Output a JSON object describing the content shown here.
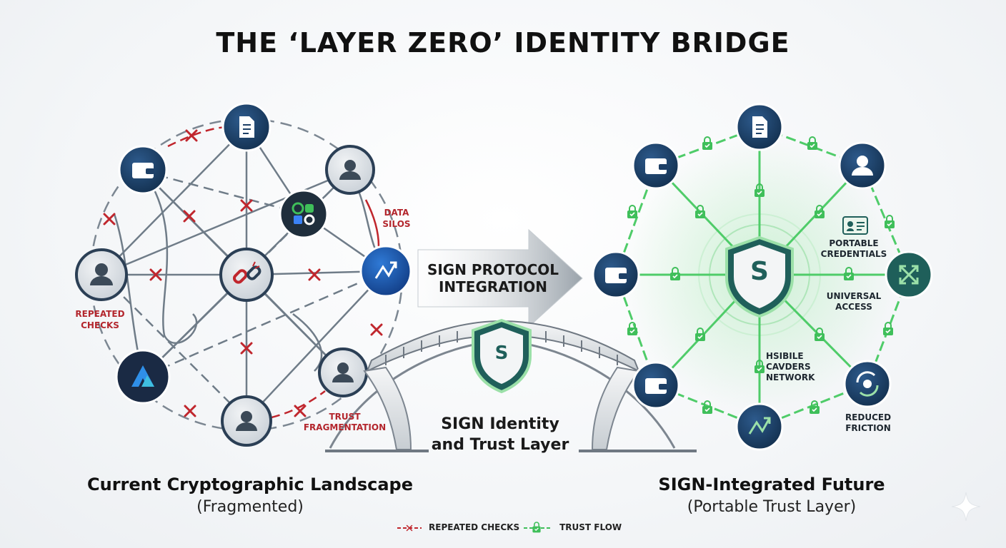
{
  "title": "THE ‘LAYER ZERO’ IDENTITY BRIDGE",
  "left": {
    "caption": "Current Cryptographic Landscape",
    "subcaption": "(Fragmented)",
    "labels": {
      "data_silos": [
        "DATA",
        "SILOS"
      ],
      "repeated_checks": [
        "REPEATED",
        "CHECKS"
      ],
      "trust_fragmentation": [
        "TRUST",
        "FRAGMENTATION"
      ]
    }
  },
  "arrow": {
    "line1": "SIGN PROTOCOL",
    "line2": "INTEGRATION"
  },
  "bridge": {
    "shield_letter": "S",
    "line1": "SIGN Identity",
    "line2": "and Trust Layer"
  },
  "right": {
    "caption": "SIGN-Integrated Future",
    "subcaption": "(Portable Trust Layer)",
    "hub_letter": "S",
    "labels": {
      "portable_credentials": [
        "PORTABLE",
        "CREDENTIALS"
      ],
      "universal_access": [
        "UNIVERSAL",
        "ACCESS"
      ],
      "mobile_network": [
        "HSIBILE",
        "CAVDERS",
        "NETWORK"
      ],
      "reduced_friction": [
        "REDUCED",
        "FRICTION"
      ]
    }
  },
  "legend": {
    "repeated": "REPEATED CHECKS",
    "trust": "TRUST FLOW"
  },
  "colors": {
    "navy": "#1d3f66",
    "red": "#c0262d",
    "green": "#3fbf5a",
    "teal": "#1f5f5a"
  },
  "icons": [
    "document-icon",
    "wallet-icon",
    "user-icon",
    "broken-link-icon",
    "apps-icon",
    "chart-line-icon",
    "logo-icon",
    "lock-icon",
    "shield-icon",
    "expand-icon",
    "credential-card-icon",
    "refresh-hand-icon"
  ]
}
